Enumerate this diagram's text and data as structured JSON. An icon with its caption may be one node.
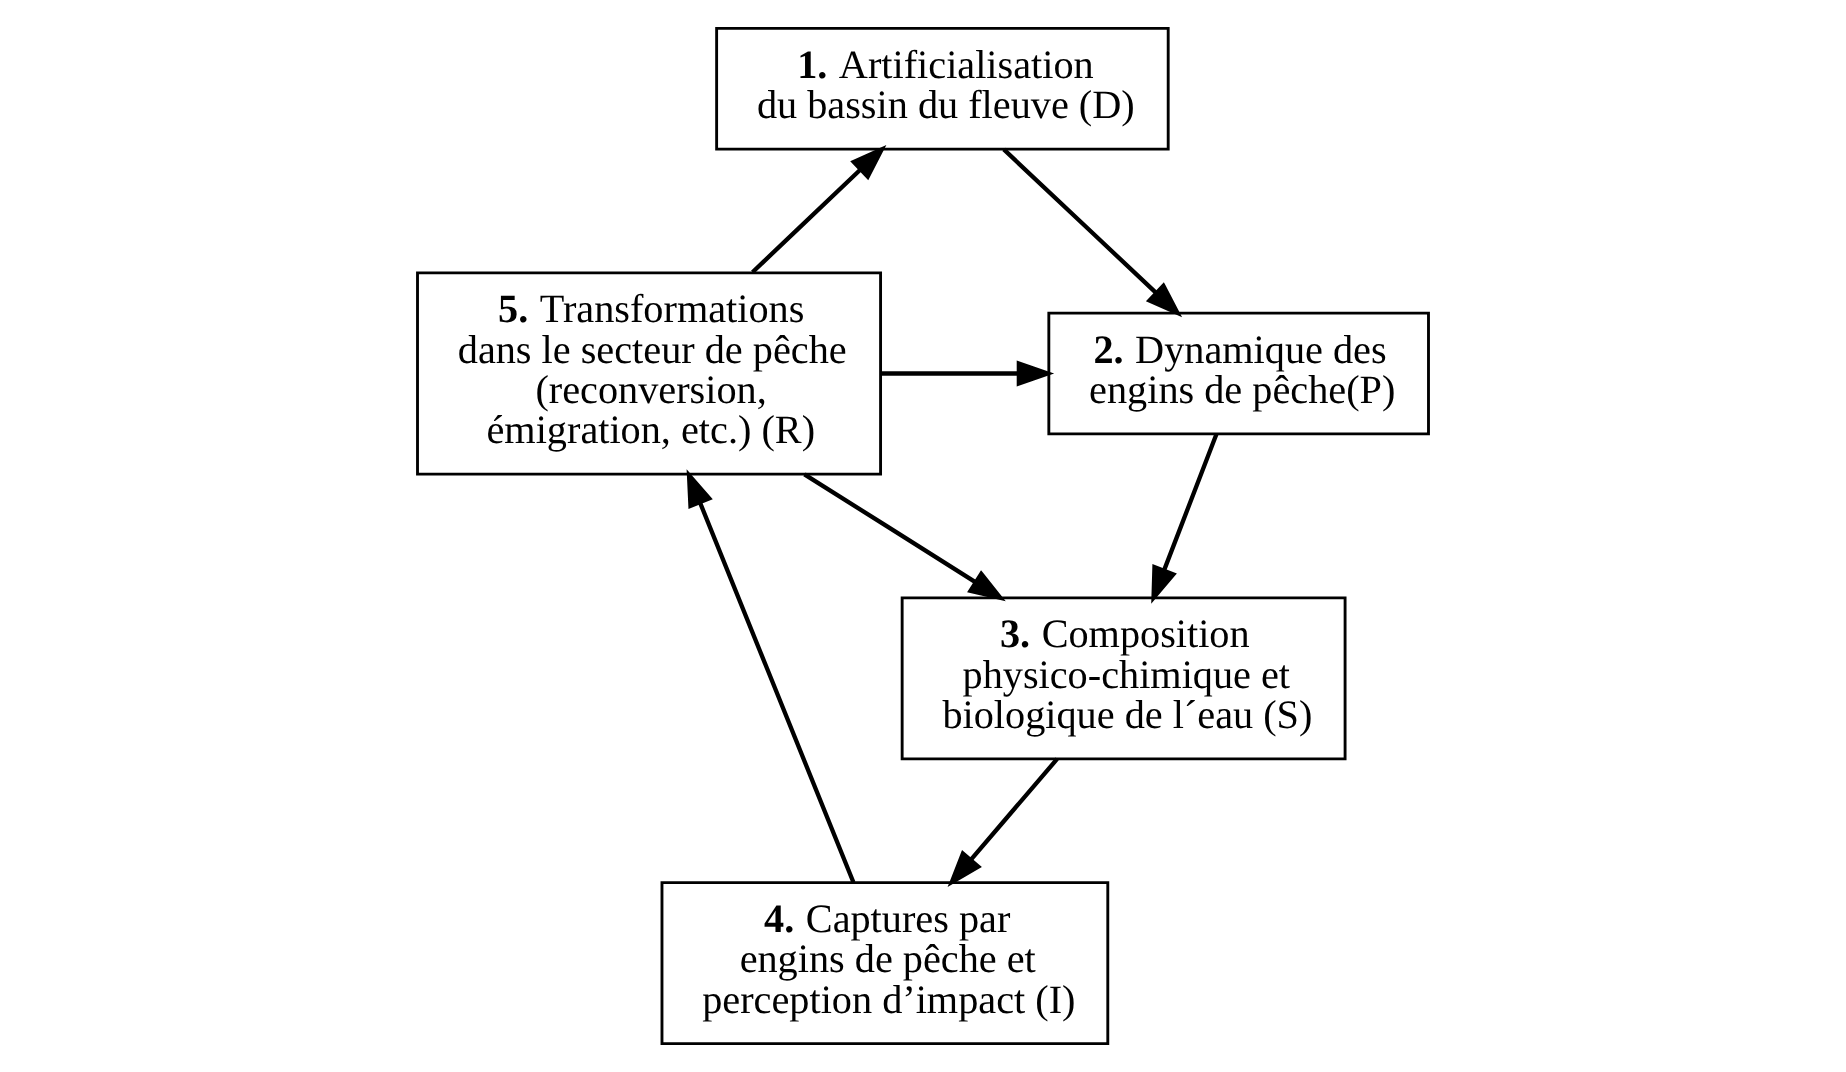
{
  "diagram": {
    "nodes": [
      {
        "text": [
          "**1.** Artificialisation du bassin du fleuve (D)"
        ]
      },
      {
        "text": [
          "**2.** Dynamique des engins de pêche(P)"
        ]
      },
      {
        "text": [
          "**3.** Composition physico-chimique et biologique de l´eau (S)"
        ]
      },
      {
        "text": [
          "**4.** Captures par engins de pêche et perception d’impact (I)"
        ]
      },
      {
        "text": [
          "**5.** Transformations dans le secteur de pêche (reconversion, émigration, etc.) (R)"
        ]
      }
    ],
    "edges": [
      {
        "from": 4,
        "to": 0,
        "arrow": "to"
      },
      {
        "from": 0,
        "to": 1,
        "arrow": "to"
      },
      {
        "from": 1,
        "to": 2,
        "arrow": "to"
      },
      {
        "from": 2,
        "to": 3,
        "arrow": "to"
      },
      {
        "from": 3,
        "to": 4,
        "arrow": "to"
      },
      {
        "from": 4,
        "to": 1,
        "arrow": "to"
      },
      {
        "from": 4,
        "to": 2,
        "arrow": "to"
      }
    ]
  }
}
